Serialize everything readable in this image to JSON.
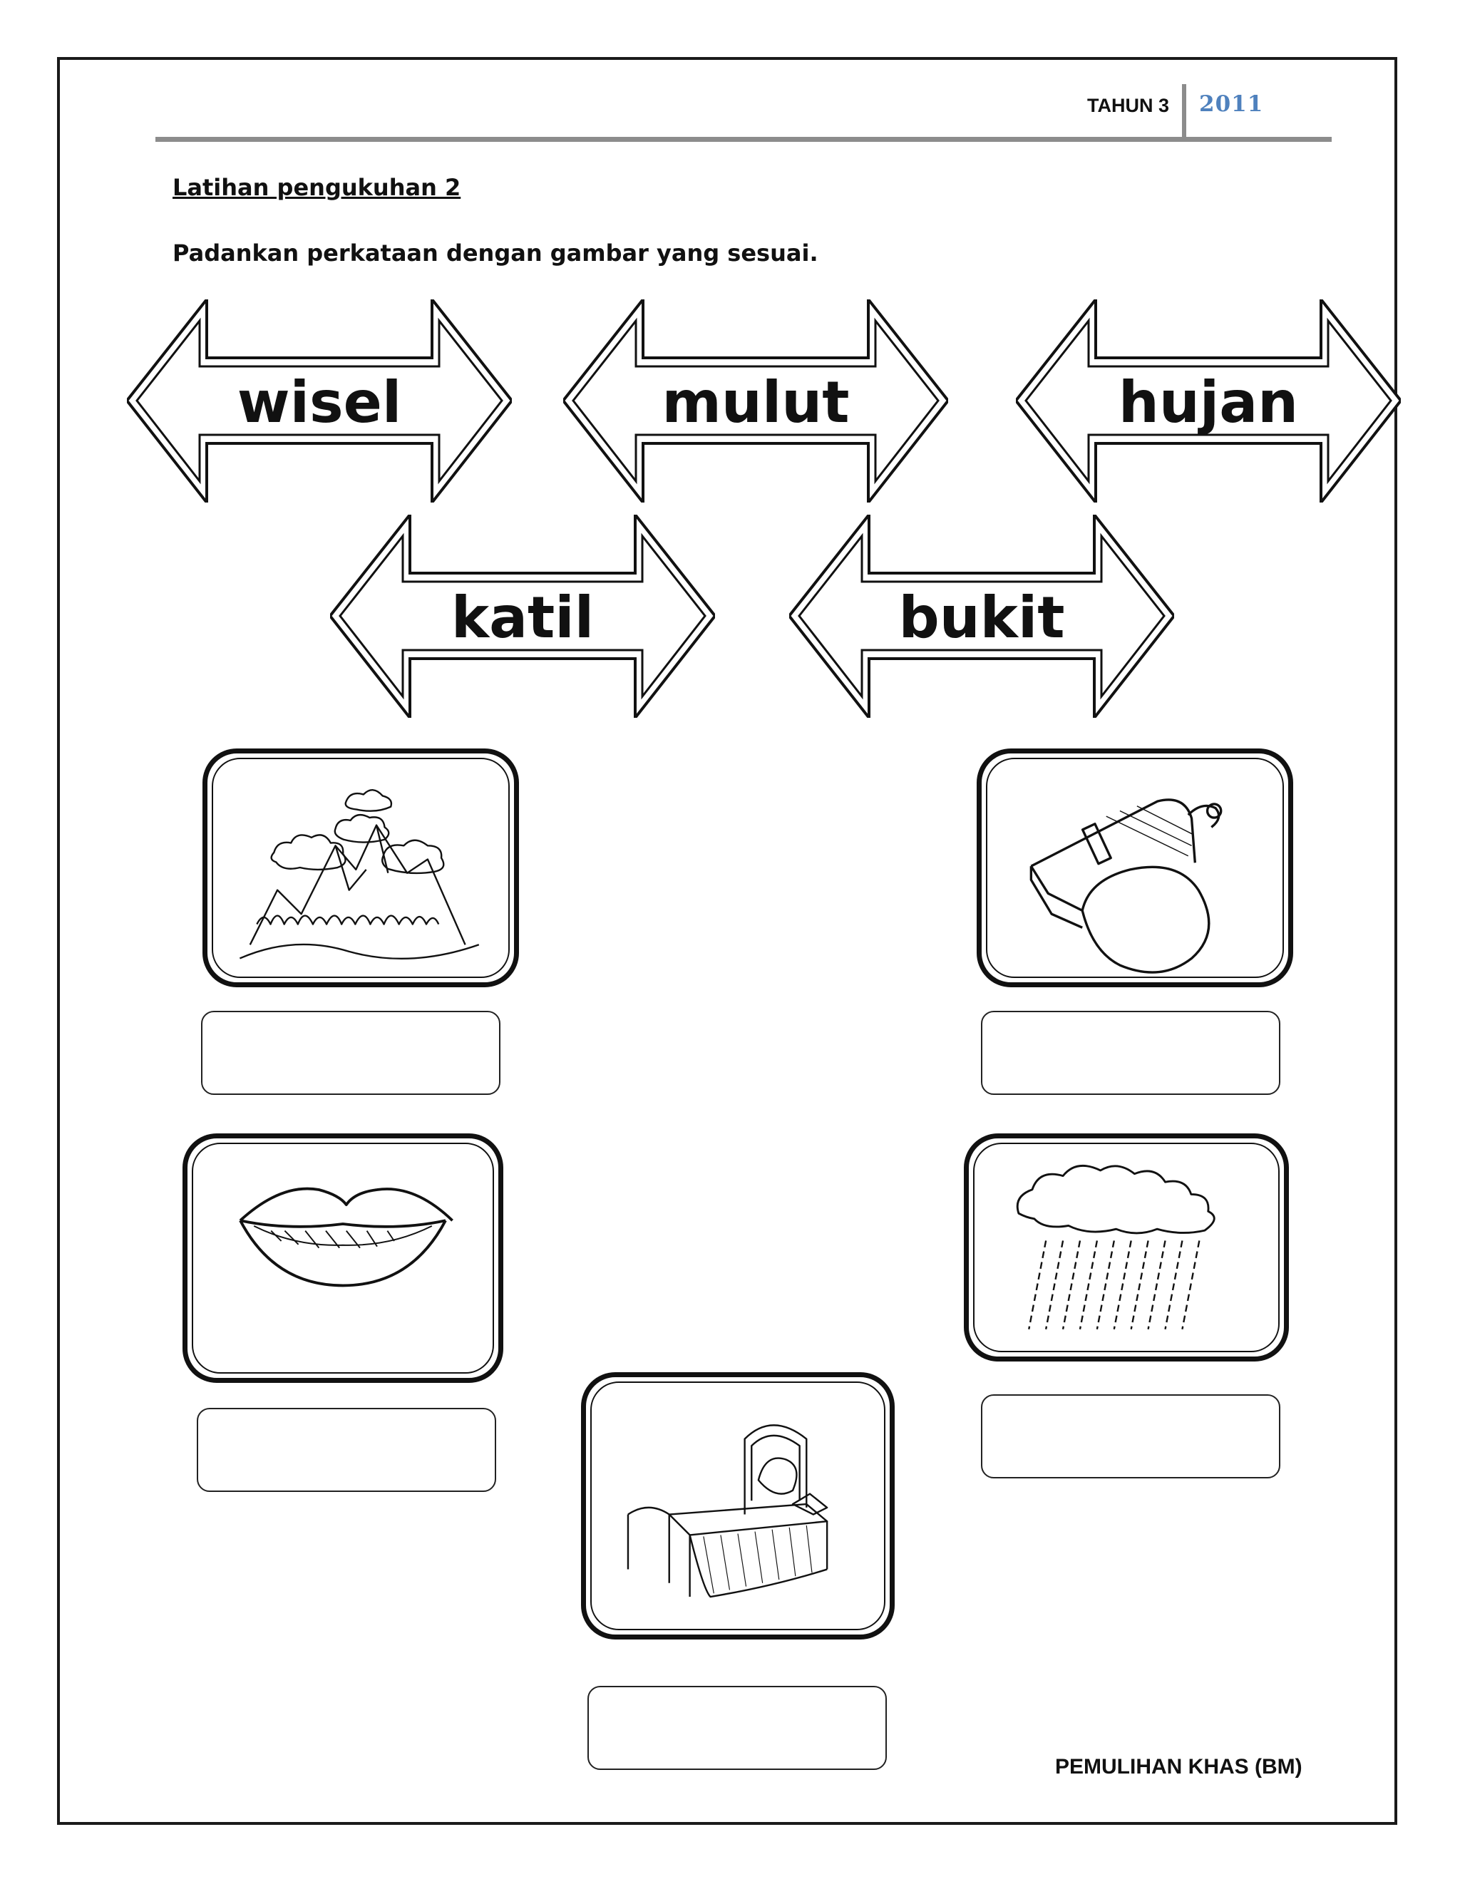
{
  "header": {
    "grade": "TAHUN 3",
    "year": "2011"
  },
  "section_title": "Latihan pengukuhan 2",
  "instruction": "Padankan perkataan dengan gambar yang sesuai.",
  "words": [
    "wisel",
    "mulut",
    "hujan",
    "katil",
    "bukit"
  ],
  "pictures": [
    "hill-icon",
    "whistle-icon",
    "lips-icon",
    "rain-cloud-icon",
    "bed-icon"
  ],
  "footer": "PEMULIHAN KHAS (BM)"
}
